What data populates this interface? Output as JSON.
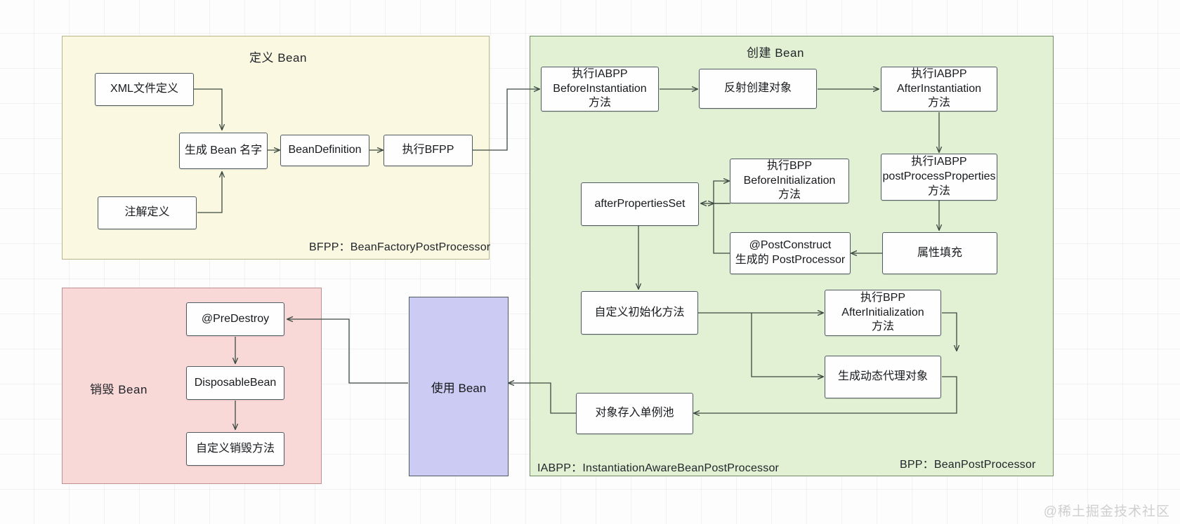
{
  "diagram": {
    "title": "Spring Bean Lifecycle Flowchart",
    "watermark": "@稀土掘金技术社区",
    "colors": {
      "define_bg": "#faf8e0",
      "create_bg": "#e2f0d4",
      "destroy_bg": "#f9d8d8",
      "use_bg": "#cbcbf3",
      "node_bg": "#fefefe",
      "border": "#4f5b63",
      "arrow": "#3c4a42"
    }
  },
  "groups": {
    "define": {
      "title": "定义 Bean",
      "legend": "BFPP：BeanFactoryPostProcessor"
    },
    "create": {
      "title": "创建 Bean",
      "legend_left": "IABPP：InstantiationAwareBeanPostProcessor",
      "legend_right": "BPP：BeanPostProcessor"
    },
    "destroy": {
      "title": "销毁 Bean"
    },
    "use": {
      "label": "使用 Bean"
    }
  },
  "nodes": {
    "xml_define": "XML文件定义",
    "annotation_define": "注解定义",
    "generate_bean_name": "生成 Bean 名字",
    "bean_definition": "BeanDefinition",
    "exec_bfpp": "执行BFPP",
    "iabpp_before_instantiation": "执行IABPP\nBeforeInstantiation\n方法",
    "reflect_create_object": "反射创建对象",
    "iabpp_after_instantiation": "执行IABPP\nAfterInstantiation\n方法",
    "iabpp_post_process_properties": "执行IABPP\npostProcessProperties\n方法",
    "populate_properties": "属性填充",
    "post_construct_processor": "@PostConstruct\n生成的 PostProcessor",
    "bpp_before_initialization": "执行BPP\nBeforeInitialization\n方法",
    "after_properties_set": "afterPropertiesSet",
    "custom_init_method": "自定义初始化方法",
    "bpp_after_initialization": "执行BPP\nAfterInitialization\n方法",
    "generate_dynamic_proxy": "生成动态代理对象",
    "store_in_singleton_pool": "对象存入单例池",
    "pre_destroy": "@PreDestroy",
    "disposable_bean": "DisposableBean",
    "custom_destroy_method": "自定义销毁方法"
  }
}
